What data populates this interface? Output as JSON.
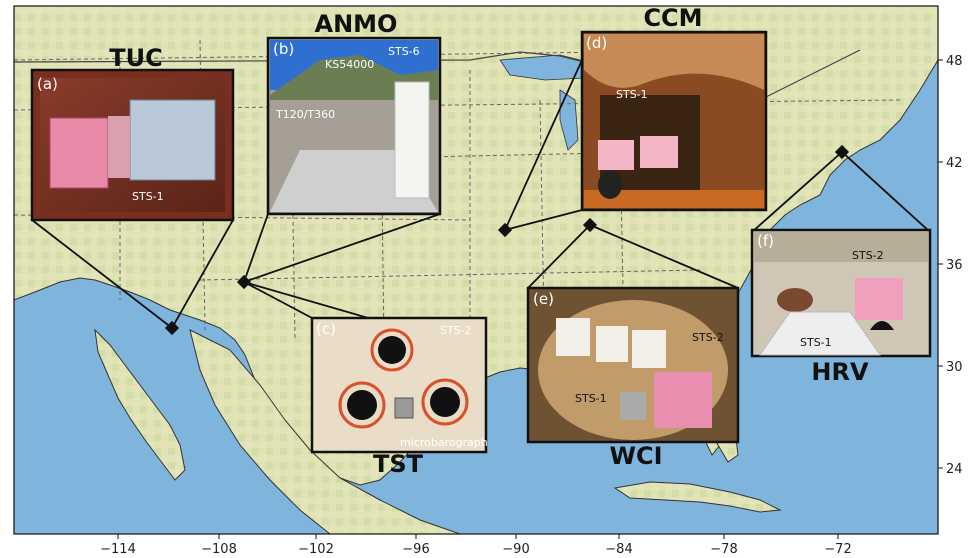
{
  "map": {
    "x_ticks": [
      "−114",
      "−108",
      "−102",
      "−96",
      "−90",
      "−84",
      "−78",
      "−72"
    ],
    "y_ticks": [
      "48",
      "42",
      "36",
      "30",
      "24"
    ],
    "colors": {
      "ocean": "#7fb4dc",
      "land": "#d9e2b0",
      "border": "#555555",
      "frame": "#111111"
    }
  },
  "stations": [
    {
      "code": "TUC",
      "lon": -111.0,
      "lat": 32.3,
      "panel": "(a)",
      "labels": [
        "STS-1"
      ]
    },
    {
      "code": "ANMO",
      "lon": -106.5,
      "lat": 34.9,
      "panel": "(b)",
      "labels": [
        "KS54000",
        "STS-6",
        "T120/T360"
      ]
    },
    {
      "code": "TST",
      "lon": -106.5,
      "lat": 34.9,
      "panel": "(c)",
      "labels": [
        "STS-2",
        "microbarograph"
      ]
    },
    {
      "code": "CCM",
      "lon": -91.2,
      "lat": 38.1,
      "panel": "(d)",
      "labels": [
        "STS-1"
      ]
    },
    {
      "code": "WCI",
      "lon": -86.3,
      "lat": 38.2,
      "panel": "(e)",
      "labels": [
        "STS-2",
        "STS-1"
      ]
    },
    {
      "code": "HRV",
      "lon": -71.6,
      "lat": 42.5,
      "panel": "(f)",
      "labels": [
        "STS-2",
        "STS-1"
      ]
    }
  ]
}
